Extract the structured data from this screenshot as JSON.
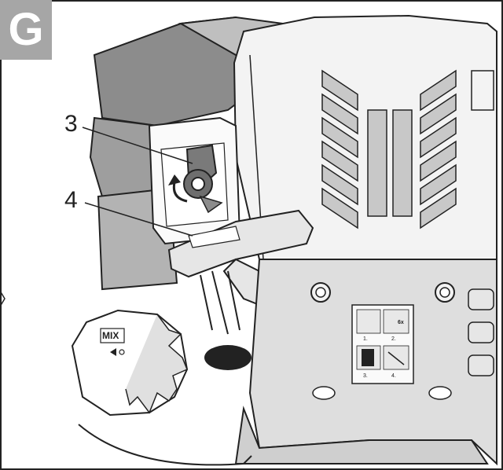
{
  "section_badge": "G",
  "callouts": {
    "choke_lever": "3",
    "throttle_trigger": "4"
  },
  "sticker": {
    "steps": [
      "1.",
      "2.",
      "3.",
      "4."
    ],
    "repeat": "6x"
  },
  "fuel_cap": {
    "mix_label": "MIX"
  },
  "colors": {
    "badge_bg": "#a6a6a6",
    "line": "#222222",
    "body_gray": "#d9d9d9",
    "dark_gray": "#8c8c8c",
    "light": "#ffffff"
  },
  "icons": [
    "choke-lever-icon",
    "rotate-arrow-icon",
    "fuel-cap-icon",
    "instruction-sticker-icon"
  ]
}
